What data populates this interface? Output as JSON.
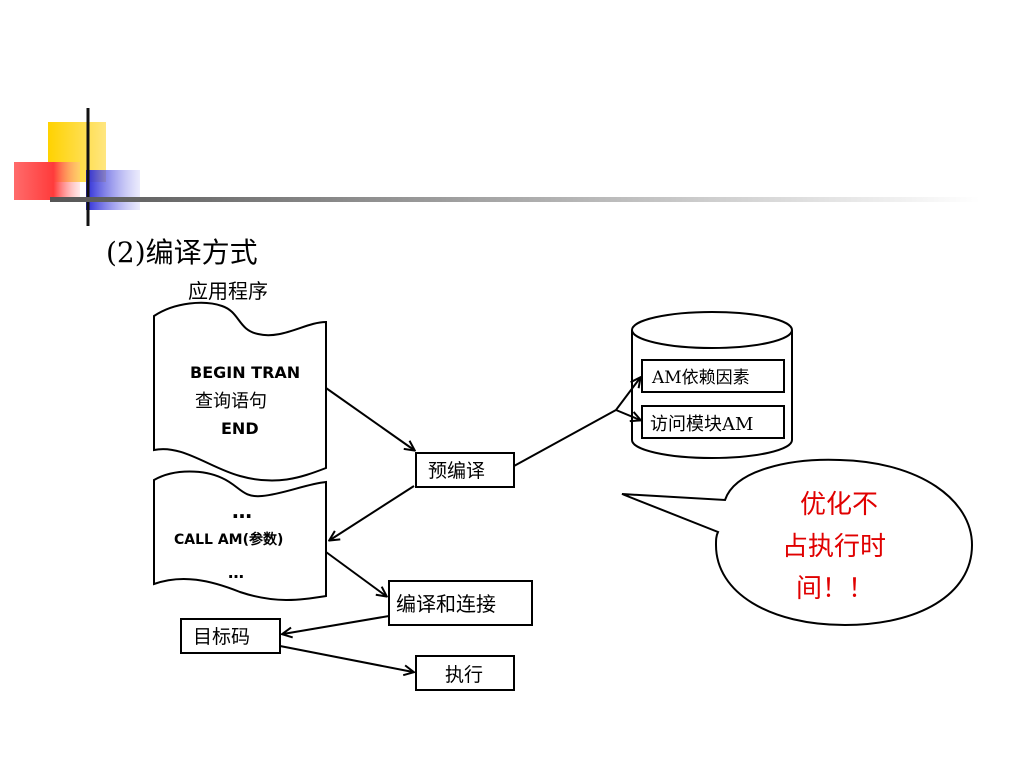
{
  "section_title": "(2)编译方式",
  "app_label": "应用程序",
  "doc1": {
    "line1": "BEGIN TRAN",
    "line2": "查询语句",
    "line3": "END"
  },
  "doc2": {
    "line1": "…",
    "line2": "CALL AM(参数)",
    "line3": "…"
  },
  "precompile": "预编译",
  "db": {
    "item1": "AM依赖因素",
    "item2": "访问模块AM"
  },
  "compile_link": "编译和连接",
  "object_code": "目标码",
  "execute": "执行",
  "callout": {
    "line1": "优化不",
    "line2": "占执行时",
    "line3": "间！！",
    "color": "#e00000"
  },
  "colors": {
    "yellow": "#ffd200",
    "red": "#ff3b3b",
    "blue": "#2b2bd6"
  }
}
